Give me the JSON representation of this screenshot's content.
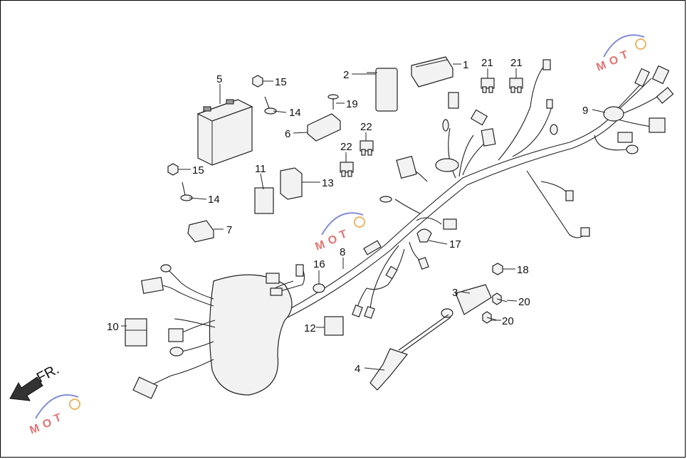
{
  "callouts": {
    "c1": "1",
    "c2": "2",
    "c3": "3",
    "c4": "4",
    "c5": "5",
    "c6": "6",
    "c7": "7",
    "c8": "8",
    "c9": "9",
    "c10": "10",
    "c11": "11",
    "c12": "12",
    "c13": "13",
    "c14a": "14",
    "c14b": "14",
    "c15a": "15",
    "c15b": "15",
    "c16": "16",
    "c17": "17",
    "c18": "18",
    "c19": "19",
    "c20a": "20",
    "c20b": "20",
    "c21a": "21",
    "c21b": "21",
    "c22a": "22",
    "c22b": "22"
  },
  "direction": {
    "label": "FR."
  },
  "watermark": {
    "text": "MOTO",
    "color_red": "#d94848",
    "color_blue": "#5a66c8",
    "color_gold": "#e0a030"
  }
}
